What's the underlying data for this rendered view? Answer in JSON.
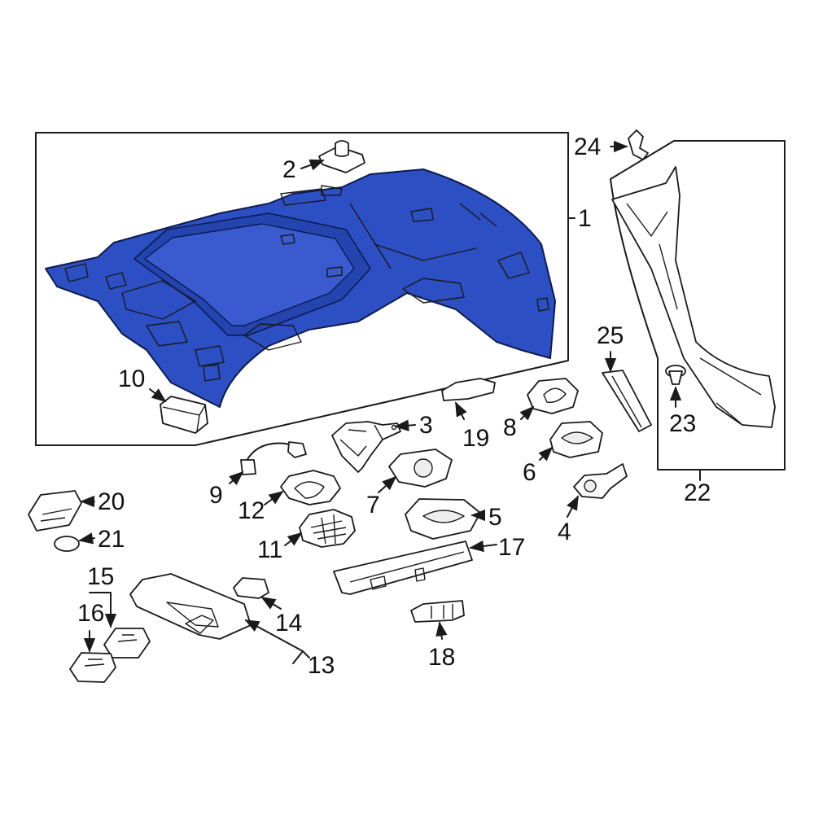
{
  "highlight_color": "#2d4fc4",
  "callouts": [
    {
      "id": "1",
      "text": "1"
    },
    {
      "id": "2",
      "text": "2"
    },
    {
      "id": "3",
      "text": "3"
    },
    {
      "id": "4",
      "text": "4"
    },
    {
      "id": "5",
      "text": "5"
    },
    {
      "id": "6",
      "text": "6"
    },
    {
      "id": "7",
      "text": "7"
    },
    {
      "id": "8",
      "text": "8"
    },
    {
      "id": "9",
      "text": "9"
    },
    {
      "id": "10",
      "text": "10"
    },
    {
      "id": "11",
      "text": "11"
    },
    {
      "id": "12",
      "text": "12"
    },
    {
      "id": "13",
      "text": "13"
    },
    {
      "id": "14",
      "text": "14"
    },
    {
      "id": "15",
      "text": "15"
    },
    {
      "id": "16",
      "text": "16"
    },
    {
      "id": "17",
      "text": "17"
    },
    {
      "id": "18",
      "text": "18"
    },
    {
      "id": "19",
      "text": "19"
    },
    {
      "id": "20",
      "text": "20"
    },
    {
      "id": "21",
      "text": "21"
    },
    {
      "id": "22",
      "text": "22"
    },
    {
      "id": "23",
      "text": "23"
    },
    {
      "id": "24",
      "text": "24"
    },
    {
      "id": "25",
      "text": "25"
    }
  ]
}
